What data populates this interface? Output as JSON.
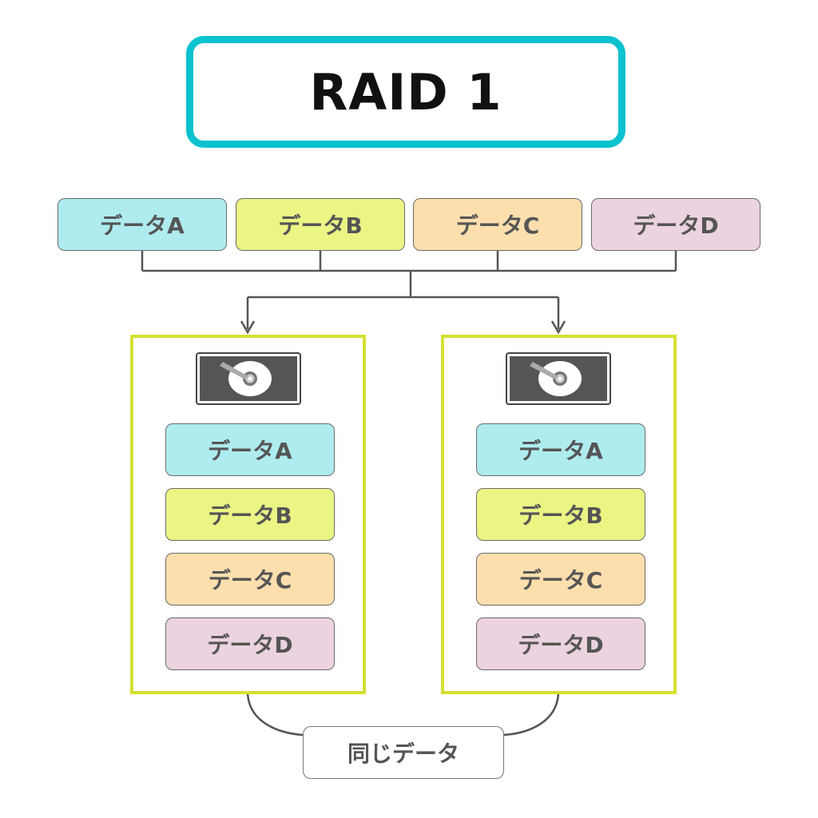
{
  "title": "RAID 1",
  "source_data": [
    {
      "label": "データA",
      "color": "#aeecef"
    },
    {
      "label": "データB",
      "color": "#eaf584"
    },
    {
      "label": "データC",
      "color": "#fddfae"
    },
    {
      "label": "データD",
      "color": "#ebd3df"
    }
  ],
  "disks": [
    {
      "icon": "hard-disk-icon",
      "items": [
        "データA",
        "データB",
        "データC",
        "データD"
      ]
    },
    {
      "icon": "hard-disk-icon",
      "items": [
        "データA",
        "データB",
        "データC",
        "データD"
      ]
    }
  ],
  "same_data_label": "同じデータ",
  "colors": {
    "title_border": "#0bc2cf",
    "disk_frame_border": "#d4e030",
    "connector": "#555555"
  }
}
